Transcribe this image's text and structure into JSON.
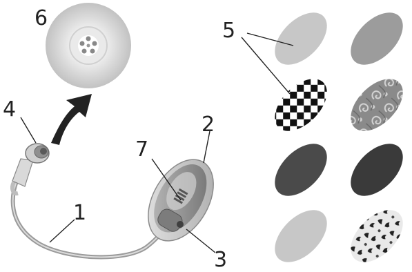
{
  "callouts": [
    "1",
    "2",
    "3",
    "4",
    "5",
    "6",
    "7"
  ],
  "colors": {
    "ink": "#222222",
    "light_gray": "#c7c7c7",
    "mid_gray": "#9c9c9c",
    "dark_gray": "#4a4a4a",
    "darker_gray": "#3a3a3a"
  },
  "cover_styles": [
    "light-gray",
    "mid-gray",
    "checkerboard",
    "paisley",
    "dark-gray",
    "black",
    "light-gray",
    "leopard"
  ],
  "icons": [
    "cable-device",
    "connector-plug",
    "arrow",
    "disc-end-view",
    "colored-covers"
  ]
}
